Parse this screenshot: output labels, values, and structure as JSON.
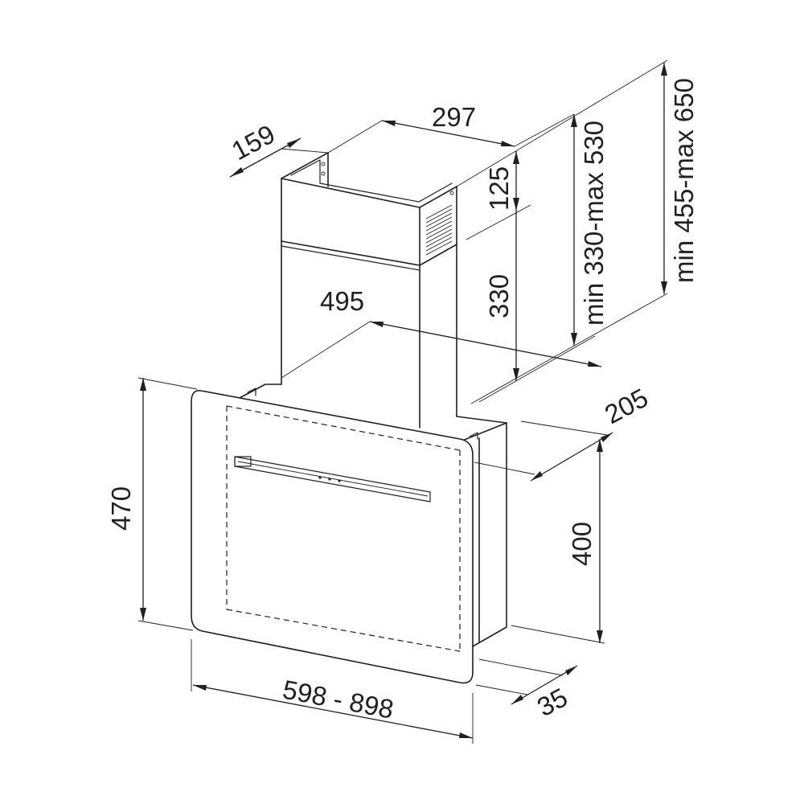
{
  "dimensions": {
    "chimney_depth": "159",
    "chimney_width": "297",
    "chimney_upper_height": "125",
    "chimney_lower_height": "330",
    "chimney_height_range_inner": "min 330-max 530",
    "chimney_height_range_outer": "min 455-max 650",
    "mount_width": "495",
    "hood_depth": "205",
    "hood_height_left": "470",
    "hood_height_right": "400",
    "glass_thickness": "35",
    "hood_width_range": "598 - 898"
  }
}
